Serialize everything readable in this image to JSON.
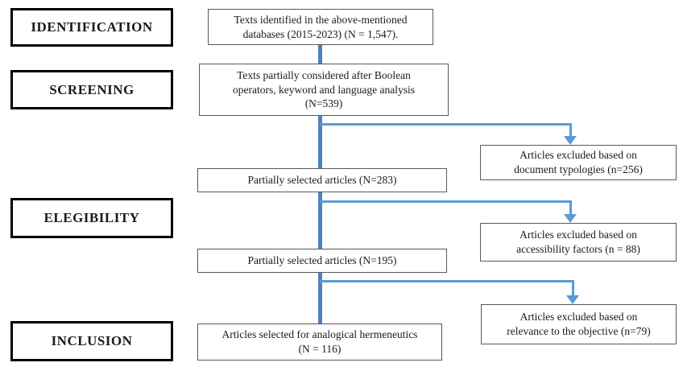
{
  "diagram": {
    "stages": [
      {
        "label": "IDENTIFICATION"
      },
      {
        "label": "SCREENING"
      },
      {
        "label": "ELEGIBILITY"
      },
      {
        "label": "INCLUSION"
      }
    ],
    "flow_boxes": [
      {
        "text": "Texts identified in the above-mentioned\ndatabases (2015-2023) (N = 1,547)."
      },
      {
        "text": "Texts partially considered after Boolean\noperators, keyword and language analysis\n(N=539)"
      },
      {
        "text": "Partially selected articles (N=283)"
      },
      {
        "text": "Partially selected articles (N=195)"
      },
      {
        "text": "Articles selected for analogical hermeneutics\n(N = 116)"
      }
    ],
    "exclusion_boxes": [
      {
        "text": "Articles excluded based on\ndocument typologies (n=256)"
      },
      {
        "text": "Articles excluded based on\naccessibility factors (n = 88)"
      },
      {
        "text": "Articles excluded based on\nrelevance to the objective (n=79)"
      }
    ],
    "colors": {
      "connector_main": "#4f81bd",
      "connector_branch": "#5b9bd5",
      "stage_border": "#000000",
      "box_border": "#595959",
      "background": "#ffffff"
    }
  }
}
